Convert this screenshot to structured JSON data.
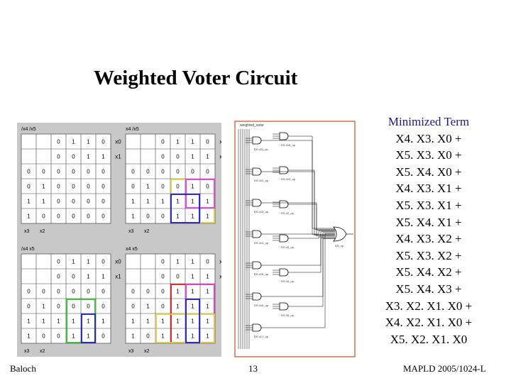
{
  "slide": {
    "title": "Weighted Voter Circuit",
    "footer_left": "Baloch",
    "page_number": "13",
    "footer_right": "MAPLD 2005/1024-L"
  },
  "minimized": {
    "heading": "Minimized Term",
    "terms": [
      "X4. X3. X0 +",
      "X5. X3. X0 +",
      "X5. X4. X0 +",
      "X4. X3. X1 +",
      "X5. X3. X1 +",
      "X5. X4. X1 +",
      "X4. X3. X2 +",
      "X5. X3. X2 +",
      "X5. X4. X2 +",
      "X5. X4. X3 +",
      "X3. X2. X1. X0 +",
      "X4. X2. X1. X0 +",
      "X5. X2. X1. X0"
    ]
  },
  "kmaps": [
    {
      "corner": "/x4 /x5",
      "top_rows": [
        [
          "0",
          "1",
          "1",
          "0",
          "x0"
        ],
        [
          "0",
          "0",
          "1",
          "1",
          "x1"
        ]
      ],
      "rows": [
        [
          "0",
          "0",
          "0",
          "0",
          "0",
          "0"
        ],
        [
          "0",
          "1",
          "0",
          "0",
          "0",
          "0"
        ],
        [
          "1",
          "1",
          "0",
          "0",
          "0",
          "0"
        ],
        [
          "1",
          "0",
          "0",
          "0",
          "0",
          "0"
        ]
      ],
      "bottom": [
        "x3",
        "x2"
      ]
    },
    {
      "corner": "x4 /x5",
      "top_rows": [
        [
          "0",
          "1",
          "1",
          "0",
          "x0"
        ],
        [
          "0",
          "0",
          "1",
          "1",
          "x1"
        ]
      ],
      "rows": [
        [
          "0",
          "0",
          "0",
          "0",
          "0",
          "0"
        ],
        [
          "0",
          "1",
          "0",
          "0",
          "1",
          "0"
        ],
        [
          "1",
          "1",
          "1",
          "1",
          "1",
          "1"
        ],
        [
          "1",
          "0",
          "0",
          "1",
          "1",
          "1"
        ]
      ],
      "bottom": [
        "x3",
        "x2"
      ]
    },
    {
      "corner": "/x4 x5",
      "top_rows": [
        [
          "0",
          "1",
          "1",
          "0",
          "x0"
        ],
        [
          "0",
          "0",
          "1",
          "1",
          "x1"
        ]
      ],
      "rows": [
        [
          "0",
          "0",
          "0",
          "0",
          "0",
          "0"
        ],
        [
          "0",
          "1",
          "0",
          "0",
          "0",
          "0"
        ],
        [
          "1",
          "1",
          "1",
          "1",
          "1",
          "1"
        ],
        [
          "1",
          "0",
          "0",
          "1",
          "1",
          "0"
        ]
      ],
      "bottom": [
        "x3",
        "x2"
      ]
    },
    {
      "corner": "x4 x5",
      "top_rows": [
        [
          "0",
          "1",
          "1",
          "0",
          "x0"
        ],
        [
          "0",
          "0",
          "1",
          "1",
          "x1"
        ]
      ],
      "rows": [
        [
          "0",
          "0",
          "0",
          "1",
          "1",
          "1"
        ],
        [
          "0",
          "1",
          "0",
          "1",
          "1",
          "1"
        ],
        [
          "1",
          "1",
          "1",
          "1",
          "1",
          "1"
        ],
        [
          "1",
          "0",
          "1",
          "1",
          "1",
          "1"
        ]
      ],
      "bottom": [
        "x3",
        "x2"
      ]
    }
  ],
  "schematic": {
    "label": "weighted_voter",
    "gate_labels": [
      "DS.411_op",
      "DS.412_op",
      "DS.413_op",
      "DS.414_op",
      "DS.415_op",
      "DS.416_op",
      "DS.417_op",
      "DS.418_op",
      "DS.419_op",
      "DS.42_op",
      "DS.43_op",
      "DS.44_op",
      "DS.45_op"
    ],
    "output_label": "DS_op",
    "colors": {
      "frame": "#d07050",
      "wire": "#000000"
    }
  },
  "colors": {
    "panel": "#c8c8c8",
    "group_blue": "#1f1fc8",
    "group_magenta": "#e040e0",
    "group_yellow": "#e0d040",
    "group_green": "#30c030",
    "group_red": "#e02020"
  }
}
